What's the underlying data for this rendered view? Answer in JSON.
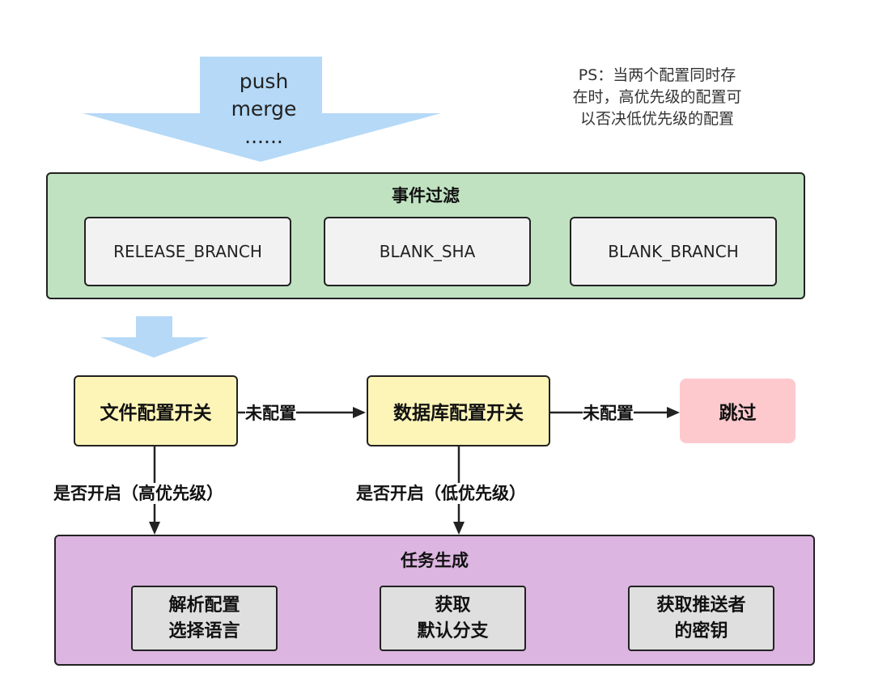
{
  "trigger": {
    "lines": [
      "push",
      "merge",
      "......"
    ]
  },
  "note": {
    "lines": [
      "PS：当两个配置同时存",
      "在时，高优先级的配置可",
      "以否决低优先级的配置"
    ]
  },
  "event_filter": {
    "title": "事件过滤",
    "items": [
      "RELEASE_BRANCH",
      "BLANK_SHA",
      "BLANK_BRANCH"
    ]
  },
  "decisions": {
    "file_config": "文件配置开关",
    "db_config": "数据库配置开关"
  },
  "skip": "跳过",
  "edge_labels": {
    "file_to_db": "未配置",
    "db_to_skip": "未配置",
    "file_enabled": "是否开启（高优先级）",
    "db_enabled": "是否开启（低优先级）"
  },
  "task_generation": {
    "title": "任务生成",
    "items": [
      [
        "解析配置",
        "选择语言"
      ],
      [
        "获取",
        "默认分支"
      ],
      [
        "获取推送者",
        "的密钥"
      ]
    ]
  },
  "colors": {
    "big_arrow": "#b5d9f7",
    "filter_bg": "#c0e2c1",
    "decision_bg": "#fdf5b8",
    "skip_bg": "#fdc9cd",
    "task_group_bg": "#dcb5e0",
    "task_item_bg": "#dfdfdf",
    "chip_bg": "#f2f2f2"
  }
}
